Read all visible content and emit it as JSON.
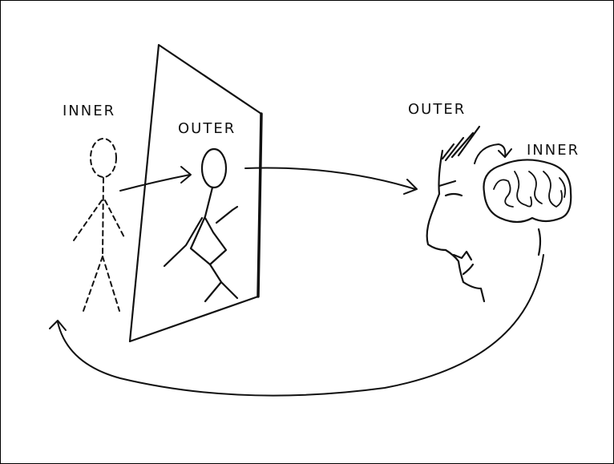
{
  "labels": {
    "left_inner": "INNER",
    "mirror_outer": "OUTER",
    "head_outer": "OUTER",
    "head_inner": "INNER"
  },
  "colors": {
    "ink": "#111111",
    "background": "#ffffff"
  }
}
